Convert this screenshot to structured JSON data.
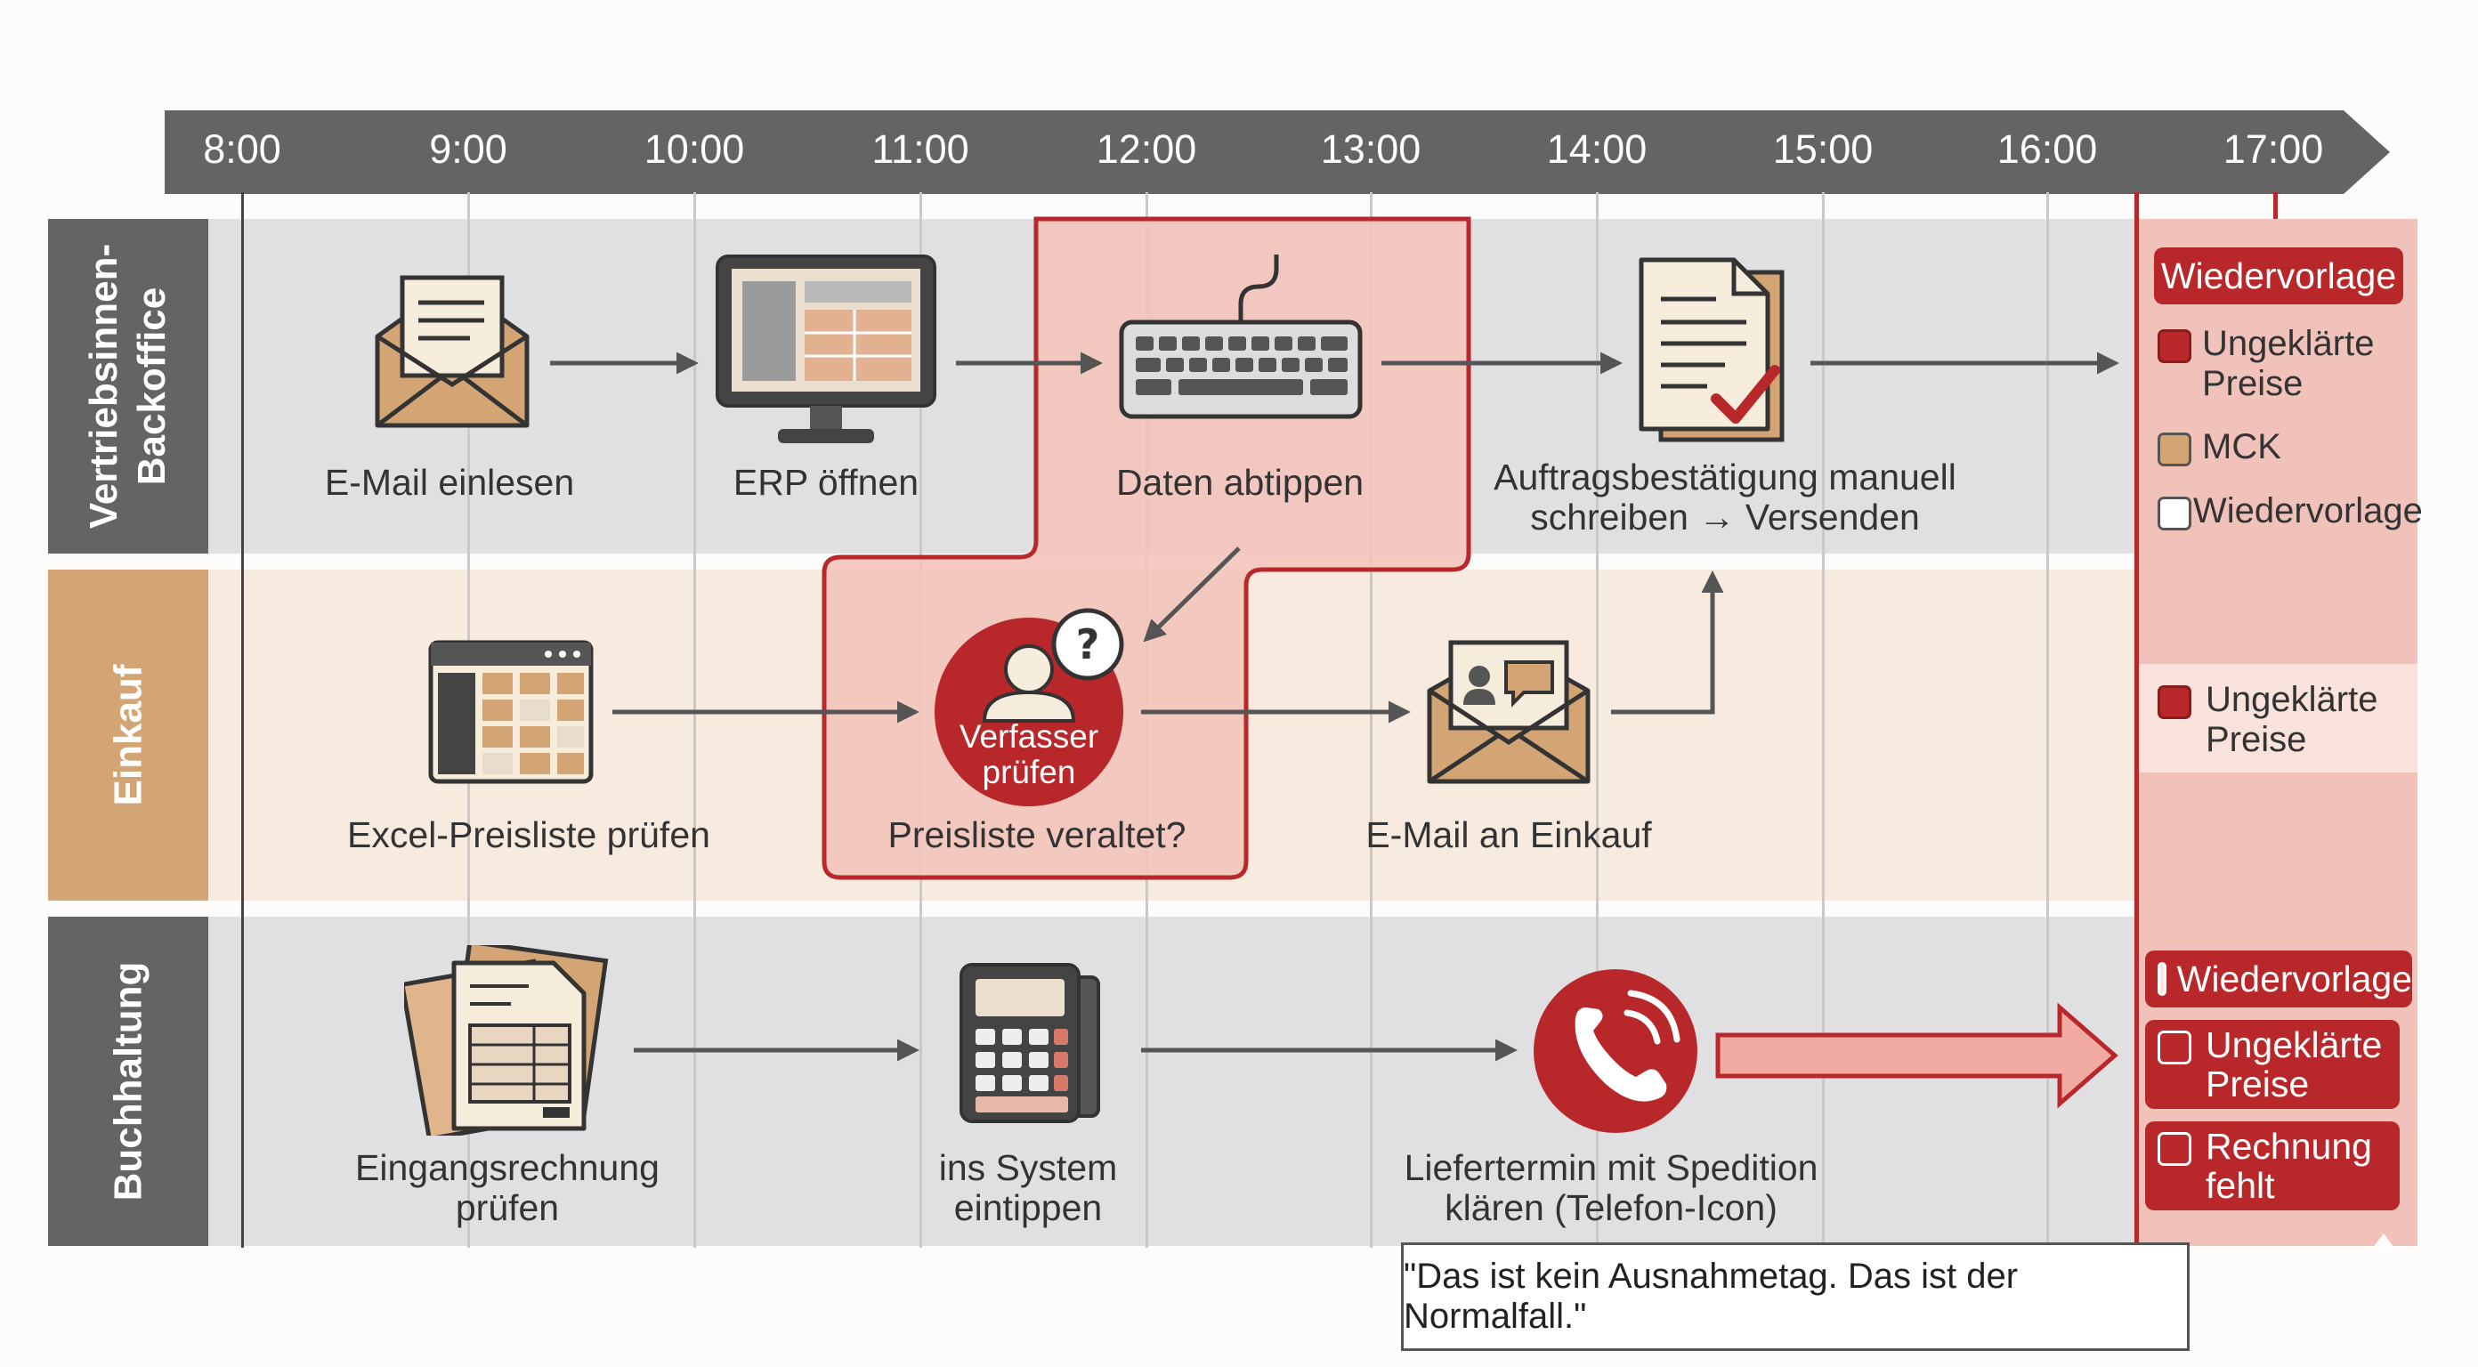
{
  "timeline": {
    "hours": [
      "8:00",
      "9:00",
      "10:00",
      "11:00",
      "12:00",
      "13:00",
      "14:00",
      "15:00",
      "16:00",
      "17:00"
    ]
  },
  "lanes": {
    "backoffice": "Vertriebsinnen-\nBackoffice",
    "einkauf": "Einkauf",
    "buchhaltung": "Buchhaltung"
  },
  "tasks": {
    "email_einlesen": "E-Mail einlesen",
    "erp_oeffnen": "ERP öffnen",
    "daten_abtippen": "Daten abtippen",
    "auftragsbestaetigung": "Auftragsbestätigung manuell\nschreiben → Versenden",
    "excel_preisliste": "Excel-Preisliste prüfen",
    "verfasser_pruefen": "Verfasser\nprüfen",
    "preisliste_veraltet": "Preisliste veraltet?",
    "email_einkauf": "E-Mail an Einkauf",
    "eingangsrechnung": "Eingangsrechnung\nprüfen",
    "ins_system": "ins System\neintippen",
    "liefertermin": "Liefertermin mit Spedition\nklären (Telefon-Icon)"
  },
  "status": {
    "backoffice_header": "Wiedervorlage",
    "backoffice_items": [
      "Ungeklärte\nPreise",
      "MCK",
      "Wiedervorlage"
    ],
    "einkauf_items": [
      "Ungeklärte\nPreise"
    ],
    "buchhaltung_items": [
      "Wiedervorlage",
      "Ungeklärte\nPreise",
      "Rechnung\nfehlt"
    ]
  },
  "quote": "\"Das ist kein Ausnahmetag. Das ist der Normalfall.\"",
  "colors": {
    "accent_red": "#b8282a",
    "timeline_gray": "#646464",
    "lane_gray": "#e0e0e2",
    "lane_beige": "#f7ebdf",
    "einkauf_label": "#d4a574",
    "highlight_pink": "#f2c3bb"
  }
}
